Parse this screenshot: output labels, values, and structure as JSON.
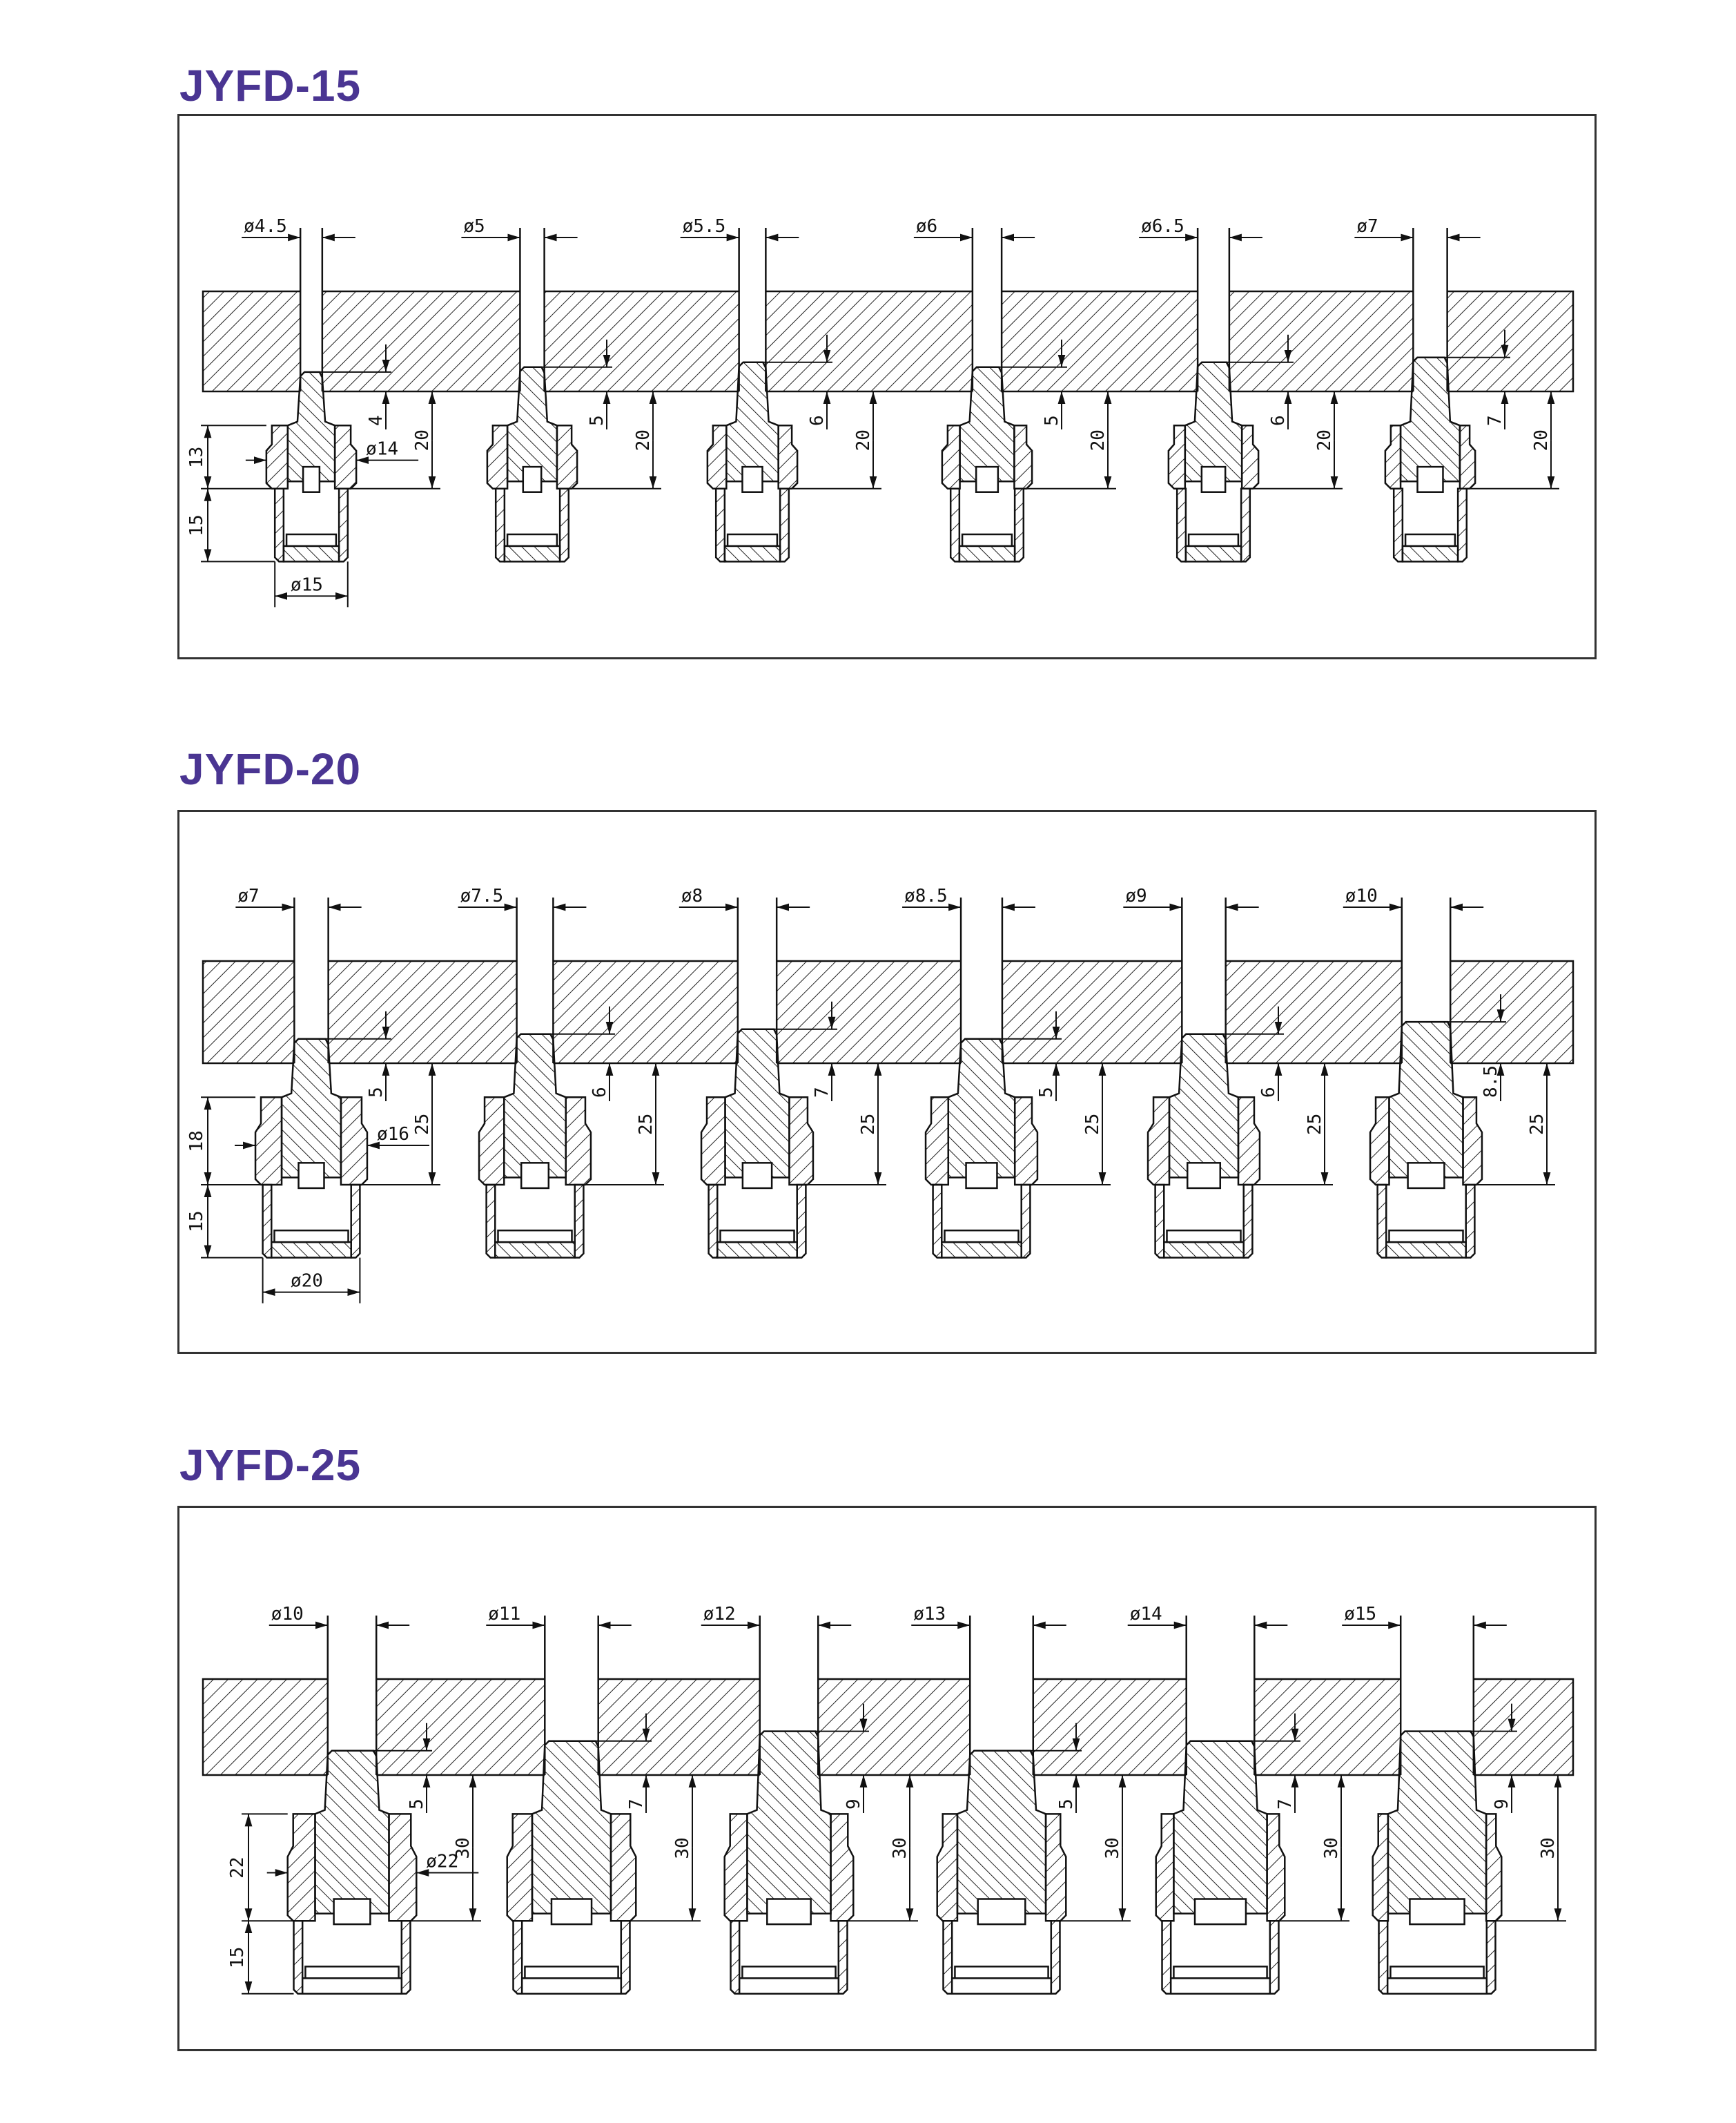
{
  "sections": [
    {
      "title": "JYFD-15",
      "nozzle_diameters": [
        "ø4.5",
        "ø5",
        "ø5.5",
        "ø6",
        "ø6.5",
        "ø7"
      ],
      "tip_depths": [
        "4",
        "5",
        "6",
        "5",
        "6",
        "7"
      ],
      "height": "20",
      "nut_height": "13",
      "body_length": "15",
      "nut_diameter": "ø14",
      "body_diameter": "ø15"
    },
    {
      "title": "JYFD-20",
      "nozzle_diameters": [
        "ø7",
        "ø7.5",
        "ø8",
        "ø8.5",
        "ø9",
        "ø10"
      ],
      "tip_depths": [
        "5",
        "6",
        "7",
        "5",
        "6",
        "8.5"
      ],
      "height": "25",
      "nut_height": "18",
      "body_length": "15",
      "nut_diameter": "ø16",
      "body_diameter": "ø20"
    },
    {
      "title": "JYFD-25",
      "nozzle_diameters": [
        "ø10",
        "ø11",
        "ø12",
        "ø13",
        "ø14",
        "ø15"
      ],
      "tip_depths": [
        "5",
        "7",
        "9",
        "5",
        "7",
        "9"
      ],
      "height": "30",
      "nut_height": "22",
      "body_length": "15",
      "nut_diameter": "ø22",
      "body_diameter": null
    }
  ],
  "colors": {
    "title": "#4a3592",
    "line": "#111111"
  }
}
